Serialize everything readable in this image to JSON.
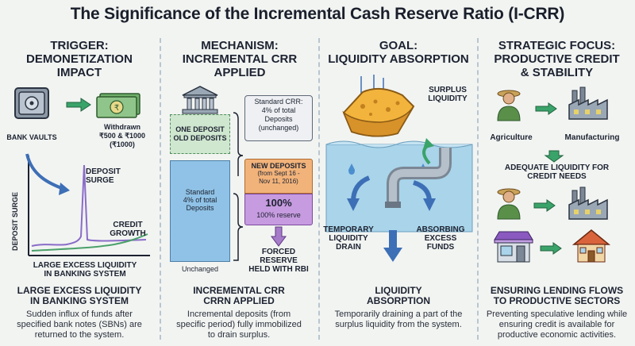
{
  "title": "The Significance of the Incremental Cash Reserve Ratio (I-CRR)",
  "columns": [
    {
      "title_line1": "TRIGGER:",
      "title_line2": "DEMONETIZATION",
      "title_line3": "IMPACT",
      "bank_vaults": "BANK VAULTS",
      "withdrawn_line1": "Withdrawn",
      "withdrawn_line2": "₹500 & ₹1000",
      "withdrawn_line3": "(₹1000)",
      "deposit_surge_line1": "DEPOSIT",
      "deposit_surge_line2": "SURGE",
      "credit_growth_line1": "CREDIT",
      "credit_growth_line2": "GROWTH",
      "y_axis_label": "DEPOSIT SURGE",
      "chart_caption_line1": "LARGE EXCESS LIQUIDITY",
      "chart_caption_line2": "IN BANKING SYSTEM",
      "heading_line1": "LARGE EXCESS LIQUIDITY",
      "heading_line2": "IN BANKING SYSTEM",
      "body_line1": "Sudden influx of funds after",
      "body_line2": "specified bank notes (SBNs) are",
      "body_line3": "returned to the system."
    },
    {
      "title_line1": "MECHANISM:",
      "title_line2": "INCREMENTAL CRR",
      "title_line3": "APPLIED",
      "old_deposits_line1": "ONE DEPOSIT",
      "old_deposits_line2": "OLD DEPOSITS",
      "standard_line1": "Standard",
      "standard_line2": "4% of total",
      "standard_line3": "Deposits",
      "unchanged": "Unchanged",
      "standard_crr_line1": "Standard CRR:",
      "standard_crr_line2": "4% of total",
      "standard_crr_line3": "Deposits",
      "standard_crr_line4": "(unchanged)",
      "new_deposits_line1": "NEW DEPOSITS",
      "new_deposits_line2": "(from Sept 16 -",
      "new_deposits_line3": "Nov 11, 2016)",
      "reserve_pct": "100%",
      "reserve_label": "100% reserve",
      "forced_line1": "FORCED",
      "forced_line2": "RESERVE",
      "forced_line3": "HELD WITH RBI",
      "heading_line1": "INCREMENTAL CRR",
      "heading_line2": "CRRN APPLIED",
      "body_line1": "Incremental deposits (from",
      "body_line2": "specific period) fully immobilized",
      "body_line3": "to drain surplus."
    },
    {
      "title_line1": "GOAL:",
      "title_line2": "LIQUIDITY ABSORPTION",
      "surplus_line1": "SURPLUS",
      "surplus_line2": "LIQUIDITY",
      "drain_line1": "TEMPORARY",
      "drain_line2": "LIQUIDITY",
      "drain_line3": "DRAIN",
      "absorbing_line1": "ABSORBING",
      "absorbing_line2": "EXCESS",
      "absorbing_line3": "FUNDS",
      "heading_line1": "LIQUIDITY",
      "heading_line2": "ABSORPTION",
      "body_line1": "Temporarily draining a part of the",
      "body_line2": "surplus liquidity from the system."
    },
    {
      "title_line1": "STRATEGIC FOCUS:",
      "title_line2": "PRODUCTIVE CREDIT",
      "title_line3": "& STABILITY",
      "agriculture": "Agriculture",
      "manufacturing": "Manufacturing",
      "adequate_line1": "ADEQUATE LIQUIDITY FOR",
      "adequate_line2": "CREDIT NEEDS",
      "heading_line1": "ENSURING LENDING FLOWS",
      "heading_line2": "TO PRODUCTIVE SECTORS",
      "body_line1": "Preventing speculative lending while",
      "body_line2": "ensuring credit is available for",
      "body_line3": "productive economic activities."
    }
  ],
  "colors": {
    "navy": "#1c2230",
    "blue_accent": "#3d6fb6",
    "green_accent": "#3aa36a",
    "orange": "#f2b37a",
    "purple": "#b58ad6",
    "water": "#a9d4ea"
  }
}
